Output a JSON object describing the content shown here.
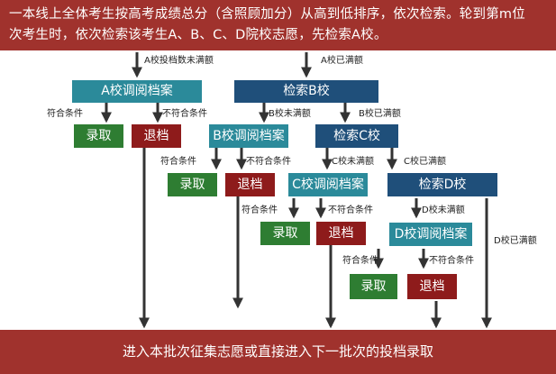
{
  "header": {
    "line1": "一本线上全体考生按高考成绩总分（含照顾加分）从高到低排序，依次检索。轮到第m位",
    "line2": "次考生时，依次检索该考生A、B、C、D院校志愿，先检索A校。"
  },
  "boxes": {
    "a_review": "A校调阅档案",
    "search_b": "检索B校",
    "admit_a": "录取",
    "reject_a": "退档",
    "b_review": "B校调阅档案",
    "search_c": "检索C校",
    "admit_b": "录取",
    "reject_b": "退档",
    "c_review": "C校调阅档案",
    "search_d": "检索D校",
    "admit_c": "录取",
    "reject_c": "退档",
    "d_review": "D校调阅档案",
    "admit_d": "录取",
    "reject_d": "退档"
  },
  "labels": {
    "a_not_full": "A校投档数未满额",
    "a_full": "A校已满额",
    "a_qualified": "符合条件",
    "a_unqualified": "不符合条件",
    "b_not_full": "B校未满额",
    "b_full": "B校已满额",
    "b_qualified": "符合条件",
    "b_unqualified": "不符合条件",
    "c_not_full": "C校未满额",
    "c_full": "C校已满额",
    "c_qualified": "符合条件",
    "c_unqualified": "不符合条件",
    "d_not_full": "D校未满额",
    "d_full": "D校已满额",
    "d_qualified": "符合条件",
    "d_unqualified": "不符合条件"
  },
  "footer": {
    "text": "进入本批次征集志愿或直接进入下一批次的投档录取"
  },
  "colors": {
    "header_bg": "#a0322d",
    "teal": "#2b8a9a",
    "navy": "#1f4f7a",
    "green": "#2e7d32",
    "red": "#8e1b1b",
    "arrow": "#333333"
  }
}
